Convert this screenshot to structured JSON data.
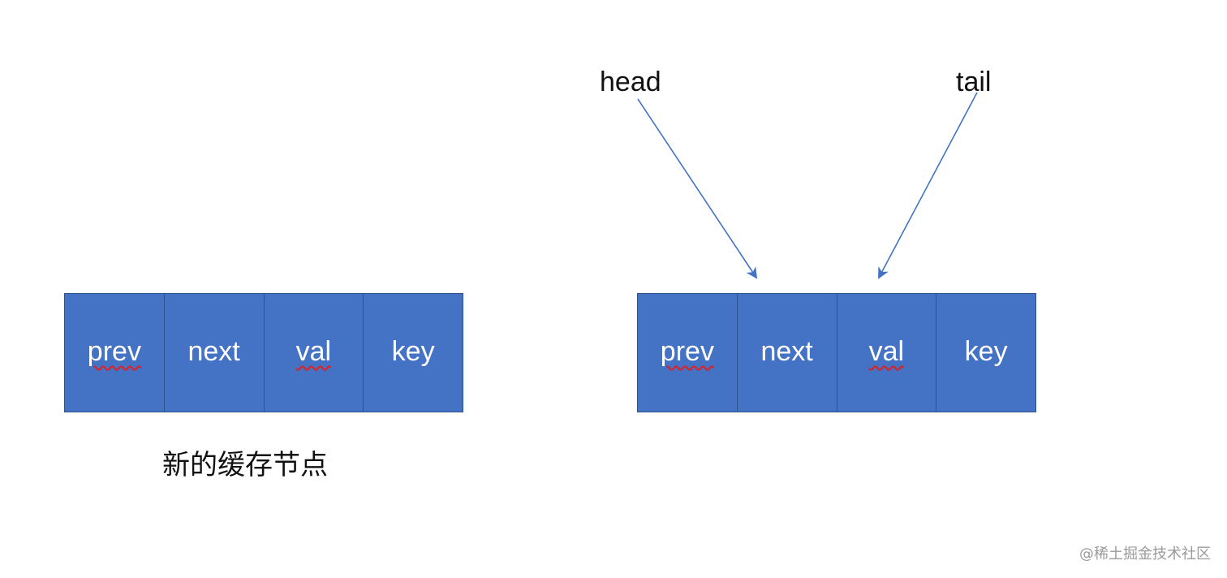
{
  "new_node": {
    "fields": [
      "prev",
      "next",
      "val",
      "key"
    ],
    "caption": "新的缓存节点"
  },
  "list_node": {
    "fields": [
      "prev",
      "next",
      "val",
      "key"
    ],
    "head_label": "head",
    "tail_label": "tail"
  },
  "watermark": "@稀土掘金技术社区",
  "colors": {
    "node_fill": "#4472c4",
    "node_border": "#2f528f",
    "arrow": "#4472c4",
    "spellcheck_underline": "#e02020"
  }
}
